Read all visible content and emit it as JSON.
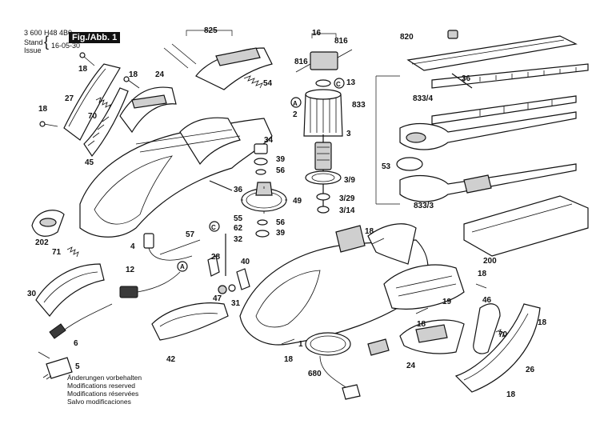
{
  "header": {
    "doc_number": "3 600 H48 4B0",
    "stand_label": "Stand",
    "issue_label": "Issue",
    "date": "16-05-30",
    "figure": "Fig./Abb. 1"
  },
  "footer": {
    "lines": [
      "Änderungen vorbehalten",
      "Modifications reserved",
      "Modifications réservées",
      "Salvo modificaciones"
    ]
  },
  "callouts": {
    "c825": "825",
    "c16": "16",
    "c816a": "816",
    "c816b": "816",
    "c820": "820",
    "c18a": "18",
    "c18b": "18",
    "c18c": "18",
    "c18d": "18",
    "c18e": "18",
    "c18f": "18",
    "c18g": "18",
    "c18h": "18",
    "c24a": "24",
    "c54": "54",
    "c27": "27",
    "c70a": "70",
    "c45": "45",
    "c13": "13",
    "cC1": "C",
    "cA1": "A",
    "c2": "2",
    "c36a": "36",
    "c833": "833",
    "c833_4": "833/4",
    "c34": "34",
    "c39a": "39",
    "c56a": "56",
    "c3": "3",
    "c53": "53",
    "c3_9": "3/9",
    "c36b": "36",
    "c49": "49",
    "c3_29": "3/29",
    "c3_14": "3/14",
    "c833_3": "833/3",
    "cC2": "C",
    "c55": "55",
    "c62": "62",
    "c56b": "56",
    "c39b": "39",
    "c202": "202",
    "c4": "4",
    "c57": "57",
    "c32": "32",
    "c200": "200",
    "c71": "71",
    "c28": "28",
    "c40": "40",
    "cA2": "A",
    "c12": "12",
    "c30": "30",
    "c47": "47",
    "c31": "31",
    "c19": "19",
    "c46": "46",
    "c6": "6",
    "c42": "42",
    "c1": "1",
    "c70b": "70",
    "c24b": "24",
    "c5": "5",
    "c680": "680",
    "c26": "26"
  }
}
